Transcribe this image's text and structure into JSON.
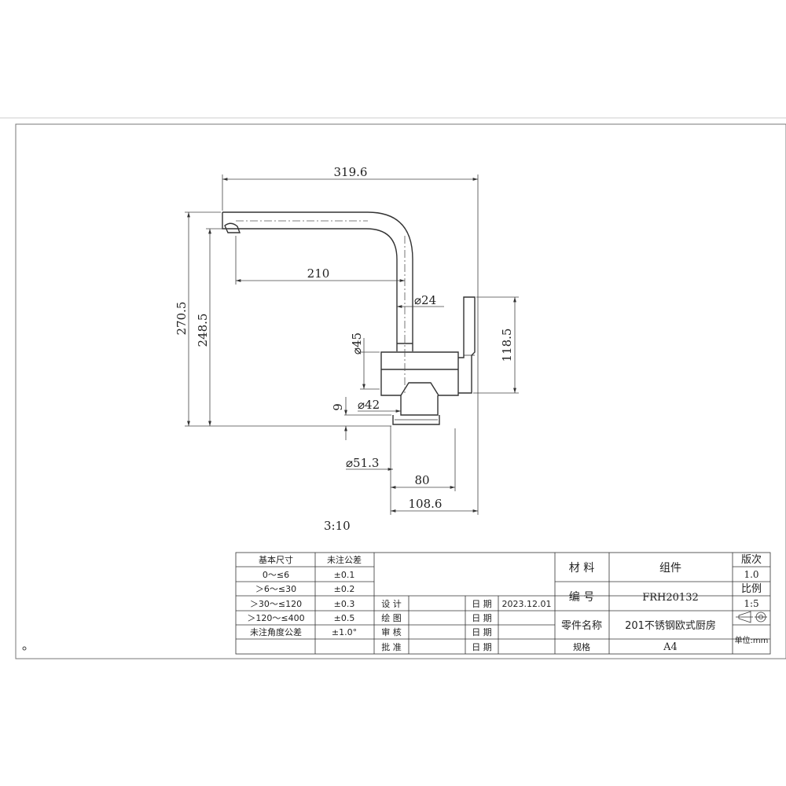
{
  "drawing": {
    "scale": "3:10",
    "dimensions": {
      "overall_width": "319.6",
      "spout_reach": "210",
      "total_height": "270.5",
      "outlet_height": "248.5",
      "tube_diameter": "24",
      "body_diameter": "45",
      "handle_height": "118.5",
      "flange_thickness": "9",
      "base_diameter": "42",
      "flange_diameter": "51.3",
      "base_width": "80",
      "footprint_width": "108.6"
    }
  },
  "tolerance_table": {
    "headers": [
      "基本尺寸",
      "未注公差"
    ],
    "rows": [
      [
        "0～≤6",
        "±0.1"
      ],
      [
        "＞6～≤30",
        "±0.2"
      ],
      [
        "＞30～≤120",
        "±0.3"
      ],
      [
        "＞120～≤400",
        "±0.5"
      ],
      [
        "未注角度公差",
        "±1.0°"
      ]
    ]
  },
  "approvals": {
    "rows": [
      {
        "role": "设 计",
        "date_label": "日 期",
        "date": "2023.12.01"
      },
      {
        "role": "绘 图",
        "date_label": "日 期",
        "date": ""
      },
      {
        "role": "审 核",
        "date_label": "日 期",
        "date": ""
      },
      {
        "role": "批 准",
        "date_label": "日 期",
        "date": ""
      }
    ]
  },
  "title_block": {
    "material_label": "材 料",
    "material_value": "组件",
    "number_label": "编 号",
    "number_value": "FRH20132",
    "part_name_label": "零件名称",
    "part_name_value": "201不锈钢欧式厨房",
    "spec_label": "规格",
    "spec_value": "A4",
    "revision_label": "版次",
    "revision_value": "1.0",
    "ratio_label": "比例",
    "ratio_value": "1:5",
    "unit_label": "单位:mm",
    "projection_icon": "first-angle-projection-icon"
  }
}
